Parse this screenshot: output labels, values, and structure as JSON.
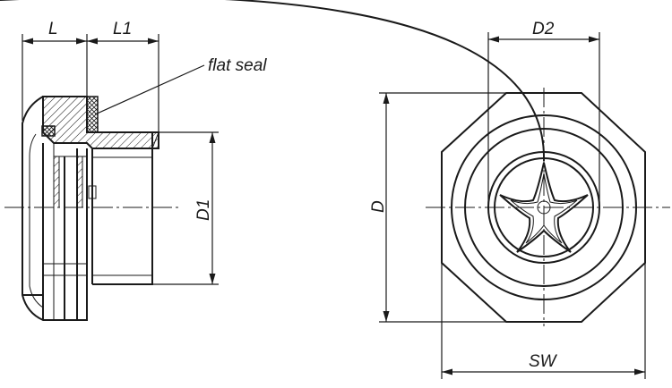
{
  "labels": {
    "L": "L",
    "L1": "L1",
    "flat_seal": "flat seal",
    "D1": "D1",
    "D2": "D2",
    "D": "D",
    "SW": "SW"
  }
}
